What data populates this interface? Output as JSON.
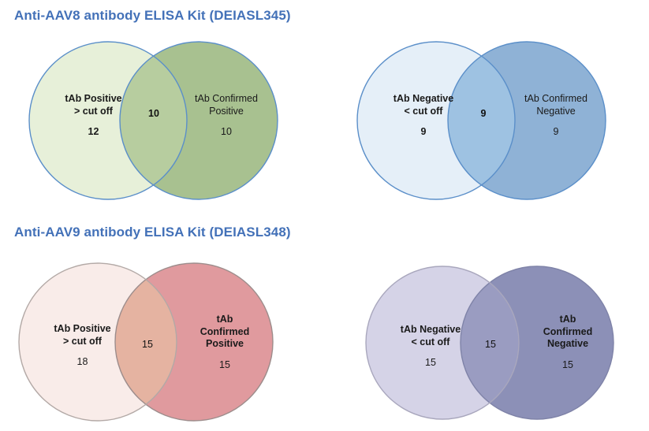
{
  "figure": {
    "background": "#ffffff",
    "title_color": "#4371b8"
  },
  "sections": [
    {
      "title": "Anti-AAV8 antibody ELISA Kit (DEIASL345)",
      "diagrams": [
        {
          "name": "aav8-positive-venn",
          "left": {
            "line1": "tAb Positive",
            "line2": "> cut off",
            "count": "12",
            "fill": "#e7f0d9",
            "stroke": "#5b8fc9"
          },
          "right": {
            "line1": "tAb Confirmed",
            "line2": "Positive",
            "count": "10",
            "fill": "#a8c190",
            "stroke": "#5b8fc9"
          },
          "overlap": {
            "count": "10",
            "fill": "#b7cd9f"
          }
        },
        {
          "name": "aav8-negative-venn",
          "left": {
            "line1": "tAb Negative",
            "line2": "< cut off",
            "count": "9",
            "fill": "#e5eff8",
            "stroke": "#5b8fc9"
          },
          "right": {
            "line1": "tAb Confirmed",
            "line2": "Negative",
            "count": "9",
            "fill": "#8fb2d6",
            "stroke": "#5b8fc9"
          },
          "overlap": {
            "count": "9",
            "fill": "#9ec2e2"
          }
        }
      ]
    },
    {
      "title": "Anti-AAV9 antibody ELISA Kit (DEIASL348)",
      "diagrams": [
        {
          "name": "aav9-positive-venn",
          "left": {
            "line1": "tAb Positive",
            "line2": "> cut off",
            "count": "18",
            "fill": "#f9ece9",
            "stroke": "#b3a9a6"
          },
          "right": {
            "line1": "tAb",
            "line2": "Confirmed",
            "line3": "Positive",
            "count": "15",
            "fill": "#e09a9e",
            "stroke": "#9d8d8c"
          },
          "overlap": {
            "count": "15",
            "fill": "#e5b3a1"
          }
        },
        {
          "name": "aav9-negative-venn",
          "left": {
            "line1": "tAb Negative",
            "line2": "< cut off",
            "count": "15",
            "fill": "#d5d3e7",
            "stroke": "#a9a7bd"
          },
          "right": {
            "line1": "tAb",
            "line2": "Confirmed",
            "line3": "Negative",
            "count": "15",
            "fill": "#8c90b7",
            "stroke": "#7f83a8"
          },
          "overlap": {
            "count": "15",
            "fill": "#9a9cc1"
          }
        }
      ]
    }
  ]
}
